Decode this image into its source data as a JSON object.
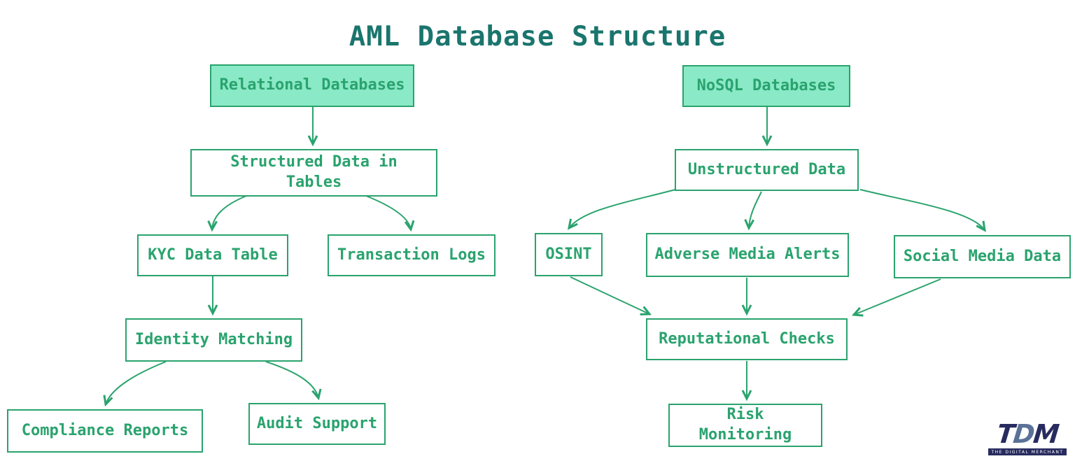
{
  "title": "AML Database Structure",
  "colors": {
    "accent_green": "#2aa36e",
    "node_fill_mint": "#8ae9c6",
    "title_teal": "#1a756d",
    "logo_navy": "#272b5e",
    "logo_slate": "#5a7298"
  },
  "nodes": {
    "relational": {
      "label": "Relational Databases"
    },
    "structured": {
      "label": "Structured Data in\nTables"
    },
    "kyc": {
      "label": "KYC Data Table"
    },
    "translogs": {
      "label": "Transaction Logs"
    },
    "identity": {
      "label": "Identity Matching"
    },
    "compliance": {
      "label": "Compliance Reports"
    },
    "audit": {
      "label": "Audit Support"
    },
    "nosql": {
      "label": "NoSQL Databases"
    },
    "unstructured": {
      "label": "Unstructured Data"
    },
    "osint": {
      "label": "OSINT"
    },
    "adverse": {
      "label": "Adverse Media Alerts"
    },
    "social": {
      "label": "Social Media Data"
    },
    "reputational": {
      "label": "Reputational Checks"
    },
    "risk": {
      "label": "Risk\nMonitoring"
    }
  },
  "logo": {
    "letters": {
      "first": "T",
      "mid": "D",
      "last": "M"
    },
    "tagline": "THE DIGITAL MERCHANT"
  }
}
